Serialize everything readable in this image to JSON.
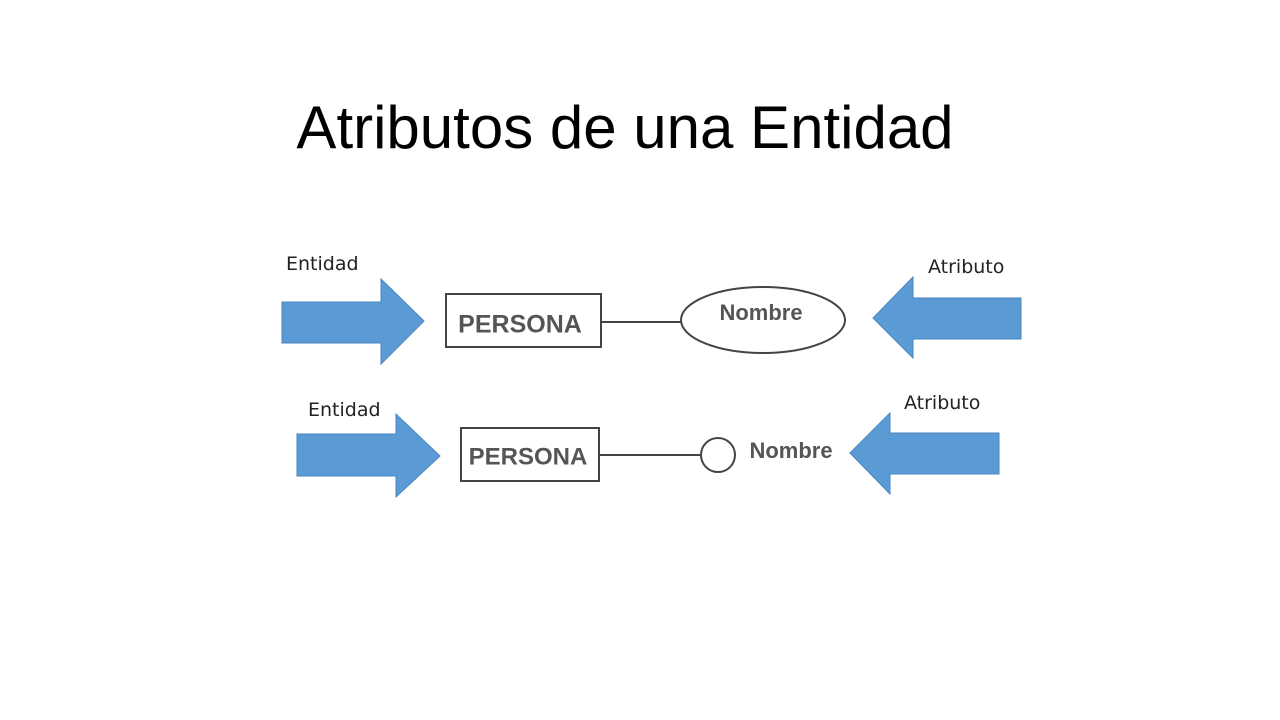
{
  "slide": {
    "title": "Atributos de una Entidad"
  },
  "colors": {
    "arrow_fill": "#5b9bd5",
    "arrow_stroke": "#4a86c0",
    "diagram_line": "#444444",
    "diagram_text": "#555555"
  },
  "diagram": {
    "row1": {
      "left_label": "Entidad",
      "right_label": "Atributo",
      "entity": "PERSONA",
      "attribute": "Nombre",
      "attribute_shape": "ellipse"
    },
    "row2": {
      "left_label": "Entidad",
      "right_label": "Atributo",
      "entity": "PERSONA",
      "attribute": "Nombre",
      "attribute_shape": "circle"
    }
  }
}
